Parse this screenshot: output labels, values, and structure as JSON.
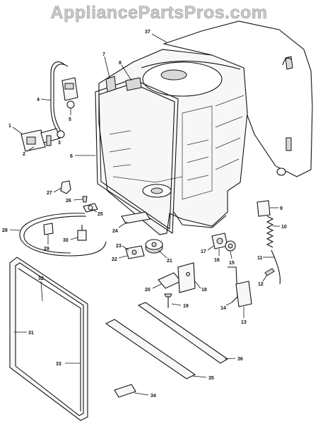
{
  "watermark": "AppliancePartsPros.com",
  "part_labels": {
    "p1": "1",
    "p2": "2",
    "p3": "3",
    "p4": "4",
    "p5": "5",
    "p6": "6",
    "p7": "7",
    "p8": "8",
    "p9": "9",
    "p10": "10",
    "p11": "11",
    "p12": "12",
    "p13": "13",
    "p14": "14",
    "p15": "15",
    "p16": "16",
    "p17": "17",
    "p18": "18",
    "p19": "19",
    "p20": "20",
    "p21": "21",
    "p22": "22",
    "p23": "23",
    "p24": "24",
    "p25": "25",
    "p26": "26",
    "p27": "27",
    "p28": "28",
    "p29": "29",
    "p30": "30",
    "p31": "31",
    "p32": "32",
    "p33": "33",
    "p34": "34",
    "p35": "35",
    "p36": "36",
    "p37": "37"
  }
}
